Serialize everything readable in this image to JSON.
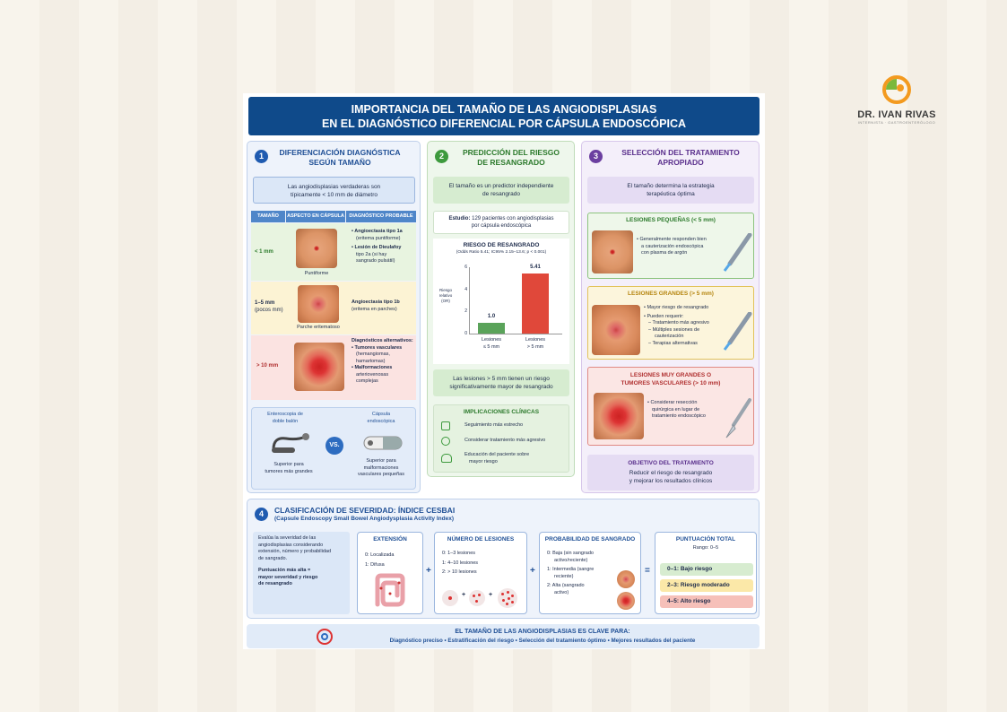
{
  "logo": {
    "name": "DR. IVAN RIVAS",
    "subtitle": "INTERNISTA · GASTROENTERÓLOGO"
  },
  "poster": {
    "title_line1": "IMPORTANCIA DEL TAMAÑO DE LAS ANGIODISPLASIAS",
    "title_line2": "EN EL DIAGNÓSTICO DIFERENCIAL POR CÁPSULA ENDOSCÓPICA"
  },
  "section1": {
    "num": "1",
    "title_line1": "DIFERENCIACIÓN DIAGNÓSTICA",
    "title_line2": "SEGÚN TAMAÑO",
    "note_line1": "Las angiodisplasias verdaderas son",
    "note_line2": "típicamente < 10 mm de diámetro",
    "table_headers": [
      "TAMAÑO",
      "ASPECTO EN CÁPSULA",
      "DIAGNÓSTICO PROBABLE"
    ],
    "rows": [
      {
        "size_line1": "< 1 mm",
        "size_line2": "",
        "aspect": "Puntiforme",
        "dx": [
          "• Angioectasia tipo 1a",
          "(eritema puntiforme)",
          "• Lesión de Dieulafoy",
          "tipo 2a (si hay",
          "sangrado pulsátil)"
        ]
      },
      {
        "size_line1": "1–5 mm",
        "size_line2": "(pocos mm)",
        "aspect": "Parche eritematoso",
        "dx": [
          "Angioectasia tipo 1b",
          "(eritema en parches)"
        ]
      },
      {
        "size_line1": "> 10 mm",
        "size_line2": "",
        "aspect": "",
        "dx": [
          "Diagnósticos alternativos:",
          "• Tumores vasculares",
          "(hemangiomas,",
          "hamartomas)",
          "• Malformaciones",
          "arteriovenosas",
          "complejas"
        ]
      }
    ],
    "compare": {
      "left_title_line1": "Enteroscopia de",
      "left_title_line2": "doble balón",
      "left_desc_line1": "Superior para",
      "left_desc_line2": "tumores más grandes",
      "vs": "VS.",
      "right_title_line1": "Cápsula",
      "right_title_line2": "endoscópica",
      "right_desc_line1": "Superior para",
      "right_desc_line2": "malformaciones",
      "right_desc_line3": "vasculares pequeñas"
    }
  },
  "section2": {
    "num": "2",
    "title_line1": "PREDICCIÓN DEL RIESGO",
    "title_line2": "DE RESANGRADO",
    "note_line1": "El tamaño es un predictor independiente",
    "note_line2": "de resangrado",
    "study_label": "Estudio:",
    "study_line1": " 129 pacientes con angiodisplasias",
    "study_line2": "por cápsula endoscópica",
    "result_line1": "Las lesiones > 5 mm tienen un riesgo",
    "result_line2": "significativamente mayor de resangrado",
    "impl_title": "IMPLICACIONES CLÍNICAS",
    "impl_items": [
      "Seguimiento más estrecho",
      "Considerar tratamiento más agresivo",
      "Educación del paciente sobre",
      "mayor riesgo"
    ]
  },
  "chart_data": {
    "type": "bar",
    "title": "RIESGO DE RESANGRADO",
    "subtitle": "(Odds Ratio 5.41; IC95% 2.15–13.6; p < 0.001)",
    "ylabel": "Riesgo relativo (OR)",
    "yticks": [
      "6",
      "4",
      "2",
      "0"
    ],
    "ylim": [
      0,
      6
    ],
    "categories": [
      "Lesiones ≤ 5 mm",
      "Lesiones > 5 mm"
    ],
    "category_lines": [
      [
        "Lesiones",
        "≤ 5 mm"
      ],
      [
        "Lesiones",
        "> 5 mm"
      ]
    ],
    "values": [
      1.0,
      5.41
    ],
    "labels": [
      "1.0",
      "5.41"
    ],
    "colors": [
      "#5aa35a",
      "#e0483a"
    ]
  },
  "section3": {
    "num": "3",
    "title_line1": "SELECCIÓN DEL TRATAMIENTO",
    "title_line2": "APROPIADO",
    "note_line1": "El tamaño determina la estrategia",
    "note_line2": "terapéutica óptima",
    "small": {
      "title": "LESIONES PEQUEÑAS (< 5 mm)",
      "lines": [
        "• Generalmente responden bien",
        "a cauterización endoscópica",
        "con plasma de argón"
      ]
    },
    "large": {
      "title": "LESIONES GRANDES (> 5 mm)",
      "lines": [
        "• Mayor riesgo de resangrado",
        "• Pueden requerir:",
        "– Tratamiento más agresivo",
        "– Múltiples sesiones de",
        "cauterización",
        "– Terapias alternativas"
      ]
    },
    "xlarge": {
      "title_line1": "LESIONES MUY GRANDES O",
      "title_line2": "TUMORES VASCULARES (> 10 mm)",
      "lines": [
        "• Considerar resección",
        "quirúrgica en lugar de",
        "tratamiento endoscópico"
      ]
    },
    "goal": {
      "title": "OBJETIVO DEL TRATAMIENTO",
      "line1": "Reducir el riesgo de resangrado",
      "line2": "y mejorar los resultados clínicos"
    }
  },
  "section4": {
    "num": "4",
    "title": "CLASIFICACIÓN DE SEVERIDAD: ÍNDICE CESBAI",
    "subtitle": "(Capsule Endoscopy Small Bowel Angiodysplasia Activity Index)",
    "intro": [
      "Evalúa la severidad de las",
      "angiodisplasias considerando",
      "extensión, número y probabilidad",
      "de sangrado."
    ],
    "intro2": [
      "Puntuación más alta =",
      "mayor severidad y riesgo",
      "de resangrado"
    ],
    "extension": {
      "title": "EXTENSIÓN",
      "items": [
        "0: Localizada",
        "1: Difusa"
      ]
    },
    "number": {
      "title": "NÚMERO DE LESIONES",
      "items": [
        "0: 1–3 lesiones",
        "1: 4–10 lesiones",
        "2: > 10 lesiones"
      ]
    },
    "bleeding": {
      "title": "PROBABILIDAD DE SANGRADO",
      "items": [
        "0: Baja (sin sangrado",
        "activo/reciente)",
        "1: Intermedia (sangre",
        "reciente)",
        "2: Alta (sangrado",
        "activo)"
      ]
    },
    "total": {
      "title": "PUNTUACIÓN TOTAL",
      "range": "Rango: 0–5",
      "low": "0–1: Bajo riesgo",
      "mid": "2–3: Riesgo moderado",
      "high": "4–5: Alto riesgo"
    },
    "plus": "+",
    "equals": "="
  },
  "footer": {
    "title": "EL TAMAÑO DE LAS ANGIODISPLASIAS ES CLAVE PARA:",
    "items": "Diagnóstico preciso  •  Estratificación del riesgo  •  Selección del tratamiento óptimo  •  Mejores resultados del paciente"
  }
}
